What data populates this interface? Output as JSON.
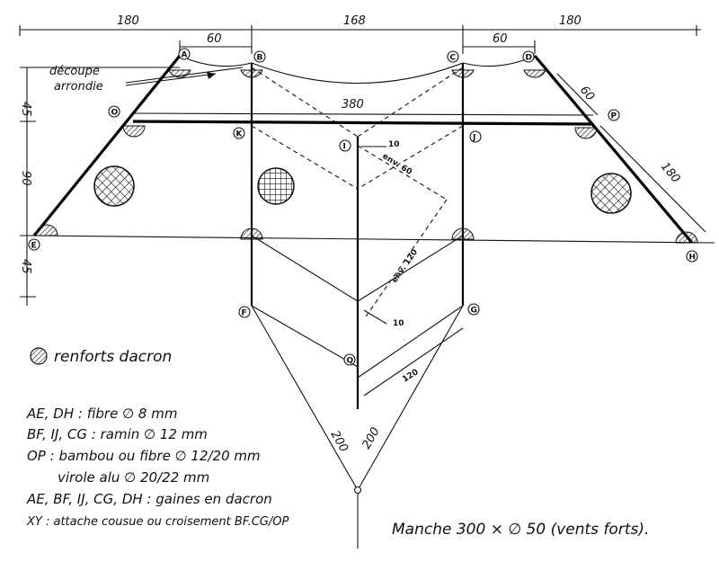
{
  "dimensions": {
    "top_left": "180",
    "top_mid": "168",
    "top_right": "180",
    "ab": "60",
    "cd": "60",
    "left_top": "45",
    "left_mid": "90",
    "left_bot": "45",
    "cross": "380",
    "right_seg": "60",
    "right_long": "180",
    "i_off": "10",
    "i_diag": "env. 60",
    "lower_diag": "env. 120",
    "q_off": "10",
    "q_diag": "120",
    "bridle_l": "200",
    "bridle_r": "200"
  },
  "labels": {
    "decoupe": "découpe",
    "arrondie": "arrondie"
  },
  "points": {
    "A": "A",
    "B": "B",
    "C": "C",
    "D": "D",
    "E": "E",
    "F": "F",
    "G": "G",
    "H": "H",
    "I": "I",
    "J": "J",
    "K": "K",
    "O": "O",
    "P": "P",
    "Q": "Q"
  },
  "legend": {
    "renforts": "renforts dacron",
    "line1": "AE, DH : fibre ∅ 8 mm",
    "line2": "BF, IJ, CG : ramin ∅ 12 mm",
    "line3": "OP : bambou ou fibre ∅ 12/20 mm",
    "line4": "virole alu ∅ 20/22 mm",
    "line5": "AE, BF, IJ, CG, DH : gaines en dacron",
    "line6": "XY : attache cousue ou croisement BF.CG/OP",
    "manche": "Manche  300 × ∅ 50 (vents forts)."
  }
}
